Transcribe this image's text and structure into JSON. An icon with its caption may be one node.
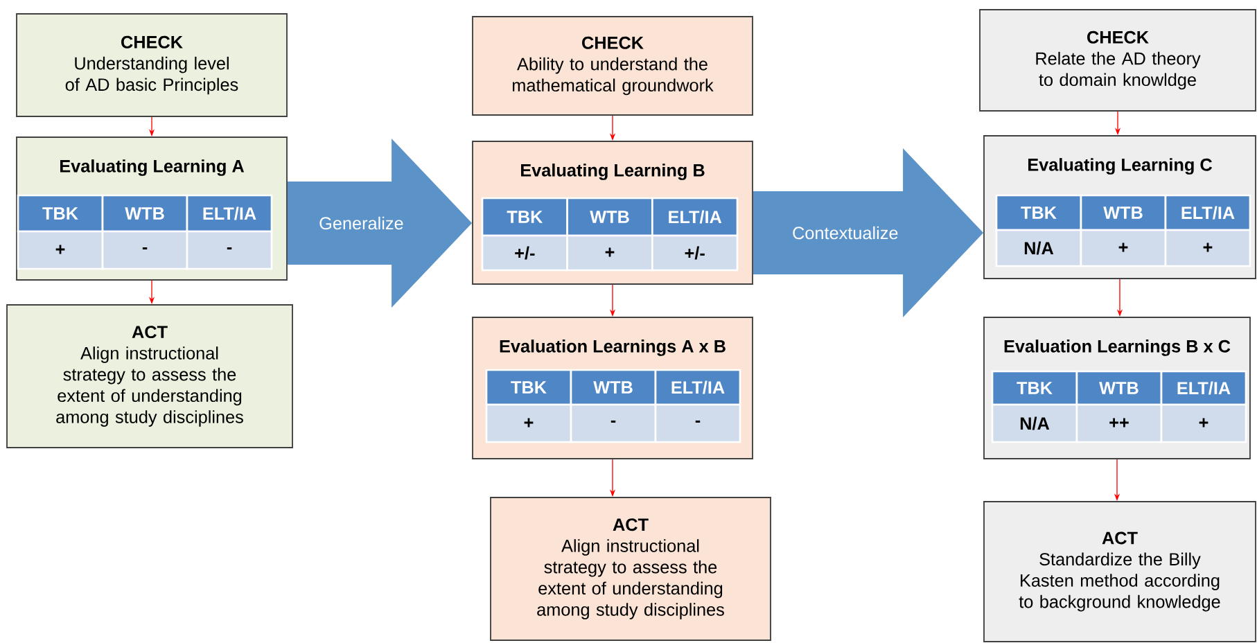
{
  "diagram": {
    "nodes": [
      {
        "text": [
          "CHECK",
          "Understanding level of AD basic Principles"
        ]
      },
      {
        "text": [
          "Evaluating Learning A"
        ]
      },
      {
        "text": [
          "TBK"
        ],
        "in": 1
      },
      {
        "text": [
          "WTB"
        ],
        "in": 1
      },
      {
        "text": [
          "ELT/IA"
        ],
        "in": 1
      },
      {
        "text": [
          "+"
        ],
        "in": 1
      },
      {
        "text": [
          "-"
        ],
        "in": 1
      },
      {
        "text": [
          "-"
        ],
        "in": 1
      },
      {
        "text": [
          "ACT",
          "Align instructional strategy to assess the extent of understanding among study disciplines"
        ]
      },
      {
        "text": [
          "CHECK",
          "Ability to understand the mathematical groundwork"
        ]
      },
      {
        "text": [
          "Evaluating Learning B"
        ]
      },
      {
        "text": [
          "TBK"
        ],
        "in": 10
      },
      {
        "text": [
          "WTB"
        ],
        "in": 10
      },
      {
        "text": [
          "ELT/IA"
        ],
        "in": 10
      },
      {
        "text": [
          "+/-"
        ],
        "in": 10
      },
      {
        "text": [
          "+"
        ],
        "in": 10
      },
      {
        "text": [
          "+/-"
        ],
        "in": 10
      },
      {
        "text": [
          "Evaluation Learnings A x B"
        ]
      },
      {
        "text": [
          "TBK"
        ],
        "in": 17
      },
      {
        "text": [
          "WTB"
        ],
        "in": 17
      },
      {
        "text": [
          "ELT/IA"
        ],
        "in": 17
      },
      {
        "text": [
          "+"
        ],
        "in": 17
      },
      {
        "text": [
          "-"
        ],
        "in": 17
      },
      {
        "text": [
          "-"
        ],
        "in": 17
      },
      {
        "text": [
          "ACT",
          "Align instructional strategy to assess the extent of understanding among study disciplines"
        ]
      },
      {
        "text": [
          "CHECK",
          "Relate the AD theory to domain knowldge"
        ]
      },
      {
        "text": [
          "Evaluating Learning C"
        ]
      },
      {
        "text": [
          "TBK"
        ],
        "in": 26
      },
      {
        "text": [
          "WTB"
        ],
        "in": 26
      },
      {
        "text": [
          "ELT/IA"
        ],
        "in": 26
      },
      {
        "text": [
          "N/A"
        ],
        "in": 26
      },
      {
        "text": [
          "+"
        ],
        "in": 26
      },
      {
        "text": [
          "+"
        ],
        "in": 26
      },
      {
        "text": [
          "Evaluation Learnings B x C"
        ]
      },
      {
        "text": [
          "TBK"
        ],
        "in": 33
      },
      {
        "text": [
          "WTB"
        ],
        "in": 33
      },
      {
        "text": [
          "ELT/IA"
        ],
        "in": 33
      },
      {
        "text": [
          "N/A"
        ],
        "in": 33
      },
      {
        "text": [
          "++"
        ],
        "in": 33
      },
      {
        "text": [
          "+"
        ],
        "in": 33
      },
      {
        "text": [
          "ACT",
          "Standardize the Billy Kasten method according to background knowledge"
        ]
      }
    ],
    "edges": [
      {
        "from": 0,
        "to": 1,
        "arrow": "to"
      },
      {
        "from": 1,
        "to": 8,
        "arrow": "to"
      },
      {
        "from": 9,
        "to": 10,
        "arrow": "to"
      },
      {
        "from": 10,
        "to": 17,
        "arrow": "to"
      },
      {
        "from": 17,
        "to": 24,
        "arrow": "to"
      },
      {
        "from": 25,
        "to": 26,
        "arrow": "to"
      },
      {
        "from": 26,
        "to": 33,
        "arrow": "to"
      },
      {
        "from": 33,
        "to": 40,
        "arrow": "to"
      },
      {
        "from": 1,
        "to": 10,
        "arrow": "to",
        "label": "Generalize",
        "style": "thick",
        "color": "#5b93c9"
      },
      {
        "from": 10,
        "to": 26,
        "arrow": "to",
        "label": "Contextualize",
        "style": "thick",
        "color": "#5b93c9"
      }
    ]
  }
}
